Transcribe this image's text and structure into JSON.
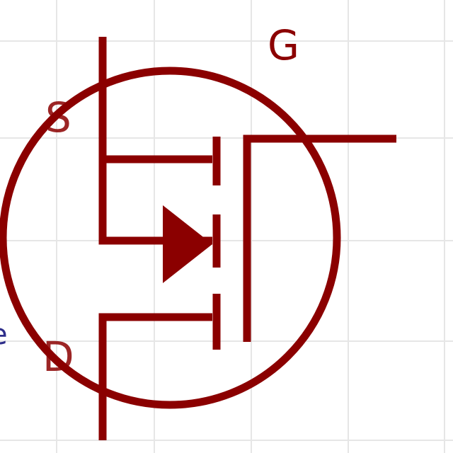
{
  "symbol": {
    "name": "MOSFET",
    "labels": {
      "gate": "G",
      "source": "S",
      "drain": "D"
    },
    "edge_fragment": "e"
  },
  "colors": {
    "symbol": "#8b0000",
    "grid": "#e6e6e6",
    "background": "#ffffff",
    "edge_text": "#2d2d8a"
  },
  "grid": {
    "visible": true
  }
}
